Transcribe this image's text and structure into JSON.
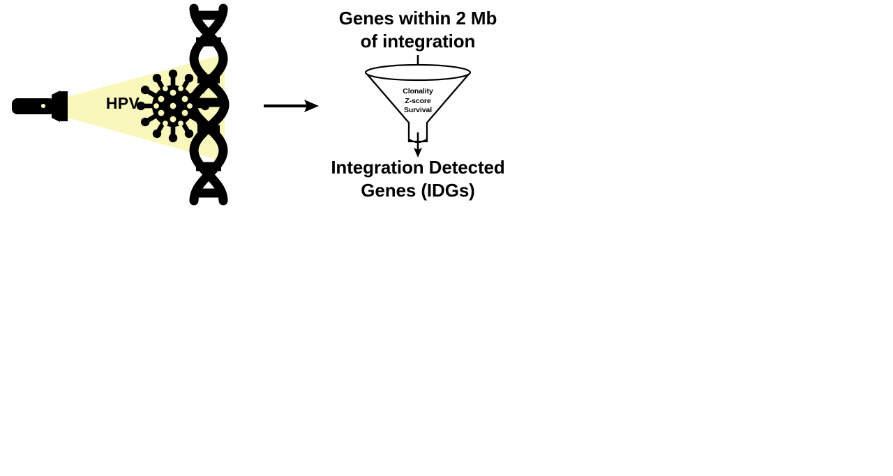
{
  "figure": {
    "name": "HPV integration workflow schematic",
    "background_color": "#FFFFFF"
  },
  "palette": {
    "ink": "#000000",
    "beam": "#F9F7BC",
    "white": "#FFFFFF"
  },
  "left_panel": {
    "flashlight": {
      "icon": "flashlight-icon",
      "color": "#000000"
    },
    "beam": {
      "icon": "light-beam",
      "color": "#F9F7BC"
    },
    "virus": {
      "icon": "virus-particle-icon",
      "label": "HPV",
      "color": "#000000"
    },
    "dna": {
      "icon": "dna-double-helix-icon",
      "color": "#000000"
    }
  },
  "transition": {
    "arrow": {
      "icon": "right-arrow-icon",
      "color": "#000000"
    }
  },
  "right_panel": {
    "heading_top": "Genes within 2 Mb\nof integration",
    "heading_bottom": "Integration Detected\nGenes (IDGs)",
    "funnel": {
      "icon": "funnel-icon",
      "stroke": "#000000",
      "fill": "#FFFFFF",
      "criteria": [
        "Clonality",
        "Z-score",
        "Survival"
      ],
      "arrow_in": "down-arrow-icon",
      "arrow_out": "down-arrow-icon"
    }
  }
}
